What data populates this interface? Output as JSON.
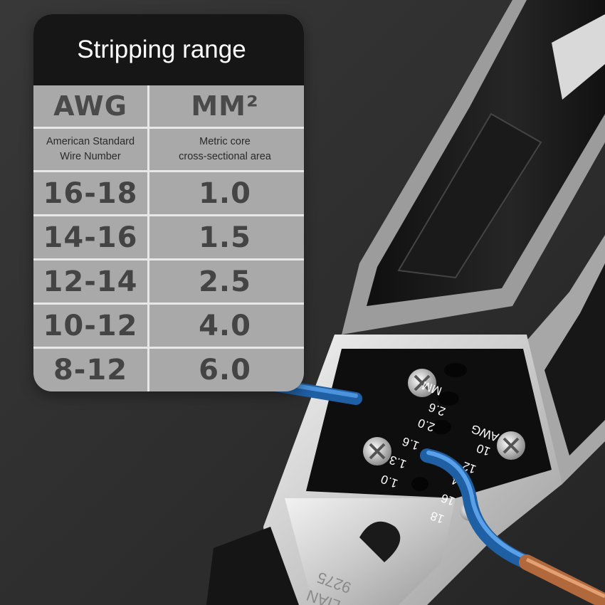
{
  "card": {
    "title": "Stripping range",
    "headers": {
      "awg": "AWG",
      "mm": "MM²"
    },
    "subheaders": {
      "awg_line1": "American Standard",
      "awg_line2": "Wire Number",
      "mm_line1": "Metric core",
      "mm_line2": "cross-sectional area"
    },
    "rows": [
      {
        "awg": "16-18",
        "mm": "1.0"
      },
      {
        "awg": "14-16",
        "mm": "1.5"
      },
      {
        "awg": "12-14",
        "mm": "2.5"
      },
      {
        "awg": "10-12",
        "mm": "4.0"
      },
      {
        "awg": "8-12",
        "mm": "6.0"
      }
    ]
  },
  "tool": {
    "left_labels": [
      "2.6",
      "2.0",
      "1.6",
      "1.3",
      "1.0"
    ],
    "mm_label": "MM",
    "right_labels": [
      "10",
      "12",
      "14",
      "16",
      "18"
    ],
    "awg_label": "AWG",
    "model_text": "9275",
    "brand_text": "LIAN"
  },
  "colors": {
    "background": "#2e2e2e",
    "card": "#a9a9a9",
    "card_header": "#161616",
    "wire": "#2f78c4",
    "copper": "#b0683c"
  }
}
